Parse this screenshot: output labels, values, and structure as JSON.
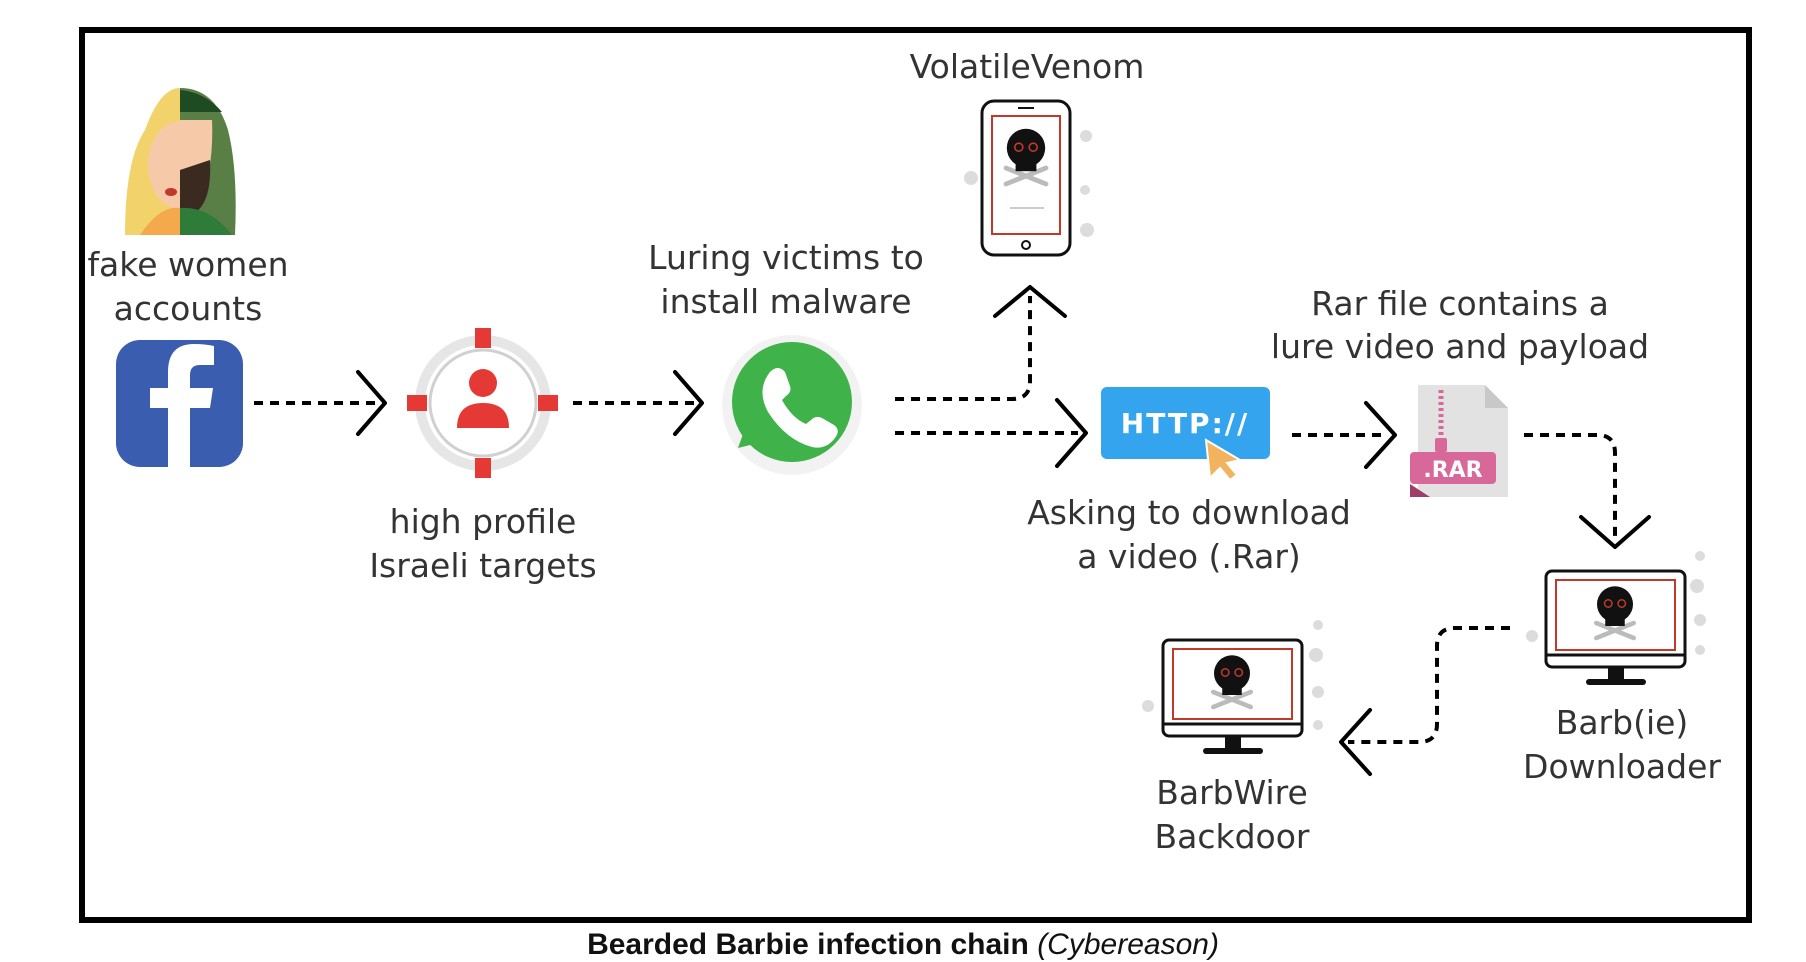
{
  "nodes": {
    "fake_accounts": {
      "label_line1": "fake women",
      "label_line2": "accounts"
    },
    "targets": {
      "label_line1": "high profile",
      "label_line2": "Israeli targets"
    },
    "luring": {
      "label_line1": "Luring victims to",
      "label_line2": "install malware"
    },
    "volatile_venom": {
      "label": "VolatileVenom"
    },
    "download": {
      "label_line1": "Asking to download",
      "label_line2": "a video (.Rar)",
      "badge": "HTTP://"
    },
    "rar_file": {
      "label_line1": "Rar file contains a",
      "label_line2": "lure video and payload",
      "badge": ".RAR"
    },
    "barbie_downloader": {
      "label_line1": "Barb(ie)",
      "label_line2": "Downloader"
    },
    "barbwire_backdoor": {
      "label_line1": "BarbWire",
      "label_line2": "Backdoor"
    }
  },
  "caption": {
    "title": "Bearded Barbie infection chain",
    "source": "(Cybereason)"
  },
  "colors": {
    "facebook": "#3b5db0",
    "whatsapp": "#3fb34a",
    "target_red": "#e53935",
    "http_blue": "#35a4ee",
    "rar_pink": "#d9689a",
    "screen_red": "#c0392b"
  },
  "icons": [
    "half-woman-half-man-icon",
    "facebook-icon",
    "target-user-icon",
    "whatsapp-icon",
    "malicious-phone-icon",
    "http-link-icon",
    "rar-file-icon",
    "malicious-monitor-icon"
  ]
}
